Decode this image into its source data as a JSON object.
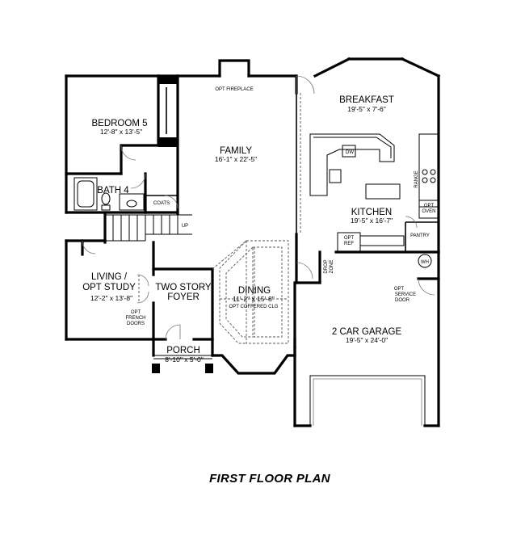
{
  "plan": {
    "title": "FIRST FLOOR PLAN",
    "rooms": [
      {
        "id": "bedroom5",
        "name": "BEDROOM 5",
        "dim": "12'-8\" x 13'-5\""
      },
      {
        "id": "family",
        "name": "FAMILY",
        "dim": "16'-1\" x 22'-5\""
      },
      {
        "id": "breakfast",
        "name": "BREAKFAST",
        "dim": "19'-5\" x 7'-6\""
      },
      {
        "id": "kitchen",
        "name": "KITCHEN",
        "dim": "19'-5\" x 16'-7\""
      },
      {
        "id": "bath4",
        "name": "BATH 4",
        "dim": ""
      },
      {
        "id": "living",
        "name": "LIVING /",
        "name2": "OPT STUDY",
        "dim": "12'-2\" x 13'-8\""
      },
      {
        "id": "foyer",
        "name": "TWO STORY",
        "name2": "FOYER",
        "dim": ""
      },
      {
        "id": "dining",
        "name": "DINING",
        "dim": "11'-2\" x 15'-8\"",
        "note": "OPT COFFERED CLG"
      },
      {
        "id": "garage",
        "name": "2 CAR GARAGE",
        "dim": "19'-5\" x 24'-0\""
      },
      {
        "id": "porch",
        "name": "PORCH",
        "dim": "8'-10\" x 5'-0\""
      }
    ],
    "labels": {
      "opt_fireplace": "OPT FIREPLACE",
      "dw": "DW",
      "range": "RANGE",
      "opt_oven_1": "OPT",
      "opt_oven_2": "OVEN",
      "opt_ref_1": "OPT",
      "opt_ref_2": "REF",
      "pantry": "PANTRY",
      "wh": "WH",
      "coats": "COATS",
      "up": "UP",
      "drop_zone_1": "DROP",
      "drop_zone_2": "ZONE",
      "opt_french_1": "OPT",
      "opt_french_2": "FRENCH",
      "opt_french_3": "DOORS",
      "opt_service_1": "OPT",
      "opt_service_2": "SERVICE",
      "opt_service_3": "DOOR"
    }
  }
}
